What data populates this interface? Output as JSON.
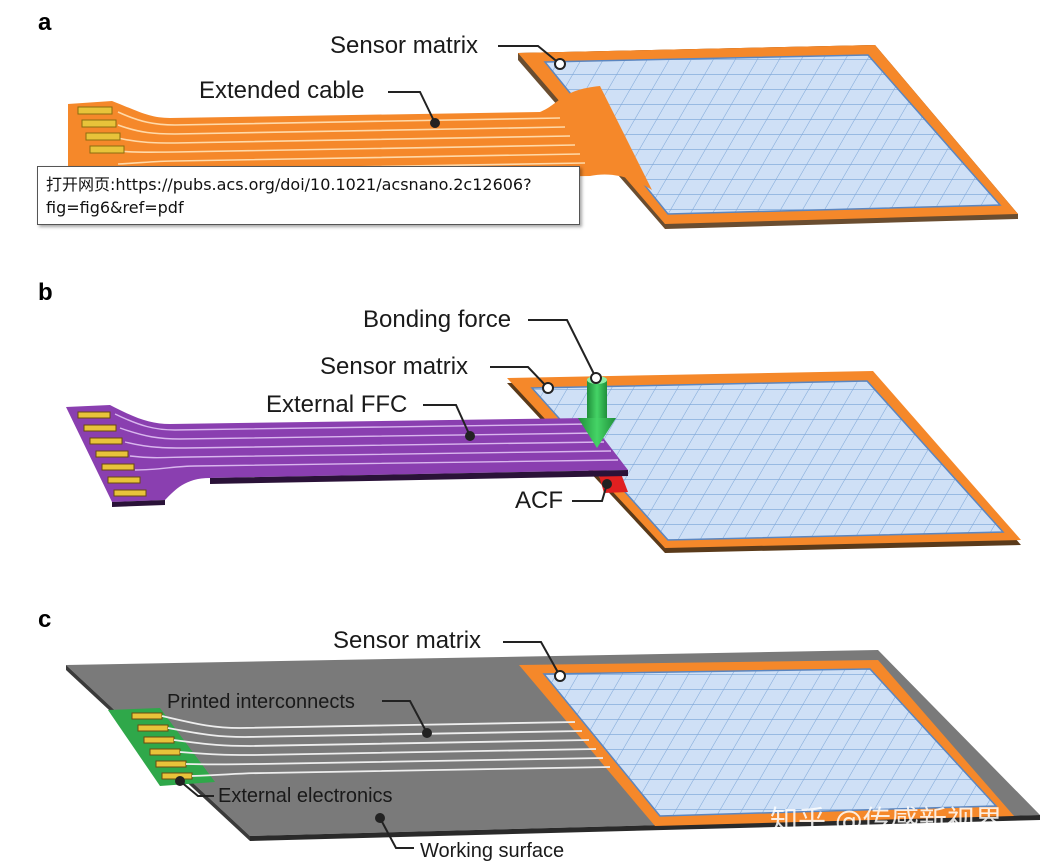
{
  "panels": {
    "a": "a",
    "b": "b",
    "c": "c"
  },
  "panel_a": {
    "sensor_matrix": "Sensor matrix",
    "extended_cable": "Extended cable"
  },
  "panel_b": {
    "bonding_force": "Bonding force",
    "sensor_matrix": "Sensor matrix",
    "external_ffc": "External FFC",
    "acf": "ACF"
  },
  "panel_c": {
    "sensor_matrix": "Sensor matrix",
    "printed_interconnects": "Printed interconnects",
    "external_electronics": "External electronics",
    "working_surface": "Working surface"
  },
  "tooltip": {
    "line1": "打开网页:https://pubs.acs.org/doi/10.1021/acsnano.2c12606?",
    "line2": "fig=fig6&ref=pdf"
  },
  "watermark": "知乎 @传感新视界",
  "colors": {
    "orange": "#f5882a",
    "grid_fill": "#c8dcf5",
    "grid_line": "#7ea7d8",
    "purple": "#8a3fb0",
    "gold": "#e8c33a",
    "surface": "#7a7a7a",
    "green_pcb": "#2fa84a",
    "acf_red": "#e02020",
    "arrow_green": "#2eb84e"
  }
}
